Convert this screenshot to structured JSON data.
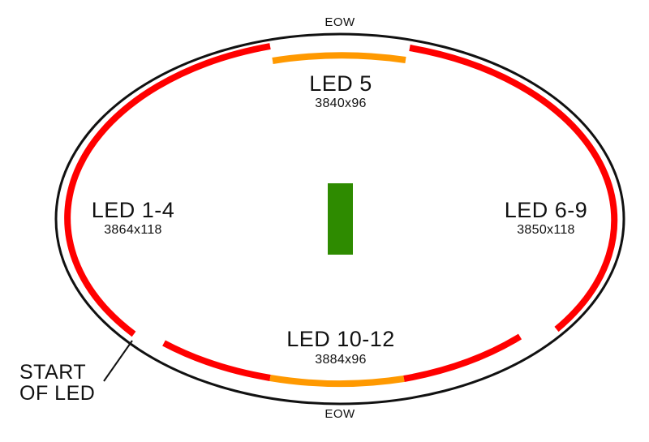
{
  "diagram": {
    "colors": {
      "outline": "#111111",
      "led_red": "#ff0000",
      "led_orange": "#ff9900",
      "center_block": "#2e8b00"
    },
    "eow_top": "EOW",
    "eow_bottom": "EOW",
    "start_label_line1": "START",
    "start_label_line2": "OF LED",
    "sections": {
      "top": {
        "name": "LED 5",
        "size": "3840x96"
      },
      "left": {
        "name": "LED 1-4",
        "size": "3864x118"
      },
      "right": {
        "name": "LED 6-9",
        "size": "3850x118"
      },
      "bottom": {
        "name": "LED 10-12",
        "size": "3884x96"
      }
    }
  }
}
